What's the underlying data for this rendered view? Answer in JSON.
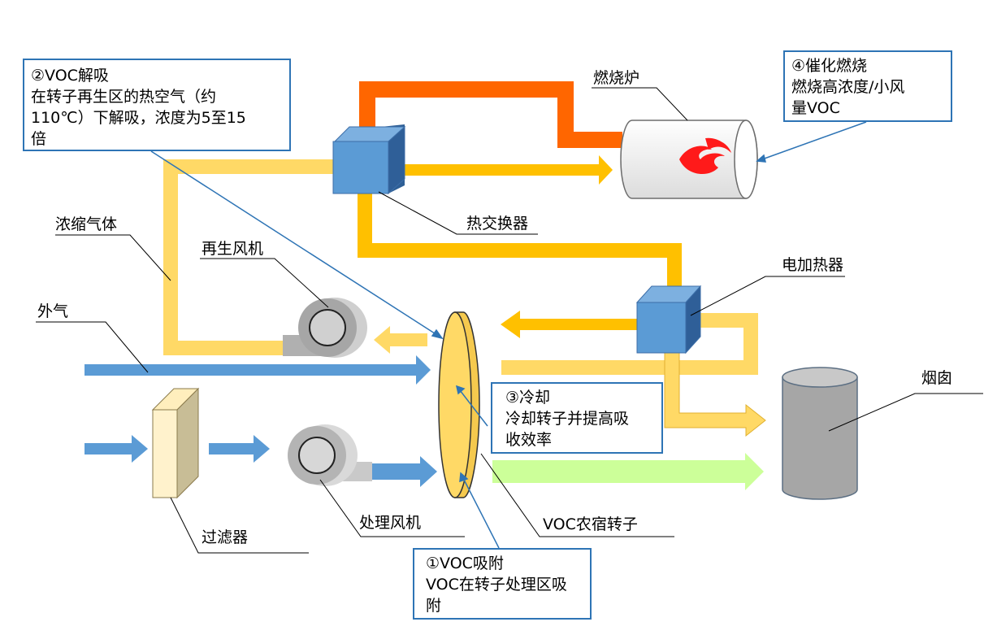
{
  "labels": {
    "furnace": "燃烧炉",
    "heat_exchanger": "热交换器",
    "electric_heater": "电加热器",
    "concentrated_gas": "浓缩气体",
    "regen_fan": "再生风机",
    "outside_air": "外气",
    "chimney": "烟囱",
    "filter": "过滤器",
    "process_fan": "处理风机",
    "rotor": "VOC农宿转子"
  },
  "callouts": {
    "desorption": {
      "title": "②VOC解吸",
      "lines": [
        "在转子再生区的热空气（约",
        "110℃）下解吸，浓度为5至15",
        "倍"
      ]
    },
    "combustion": {
      "title": "④催化燃烧",
      "lines": [
        "燃烧高浓度/小风",
        "量VOC"
      ]
    },
    "cooling": {
      "title": "③冷却",
      "lines": [
        "冷却转子并提高吸",
        "收效率"
      ]
    },
    "adsorption": {
      "title": "①VOC吸附",
      "lines": [
        "VOC在转子处理区吸",
        "附"
      ]
    }
  },
  "colors": {
    "blue_air": "#5b9bd5",
    "hot_orange": "#ff6600",
    "gold": "#ffc000",
    "light_gold": "#ffd966",
    "green_clean": "#ccff99",
    "callout_border": "#2e74b5",
    "flame": "#ff0000"
  },
  "icons": [
    "fan-icon",
    "flame-icon",
    "cube-icon",
    "cylinder-icon"
  ]
}
